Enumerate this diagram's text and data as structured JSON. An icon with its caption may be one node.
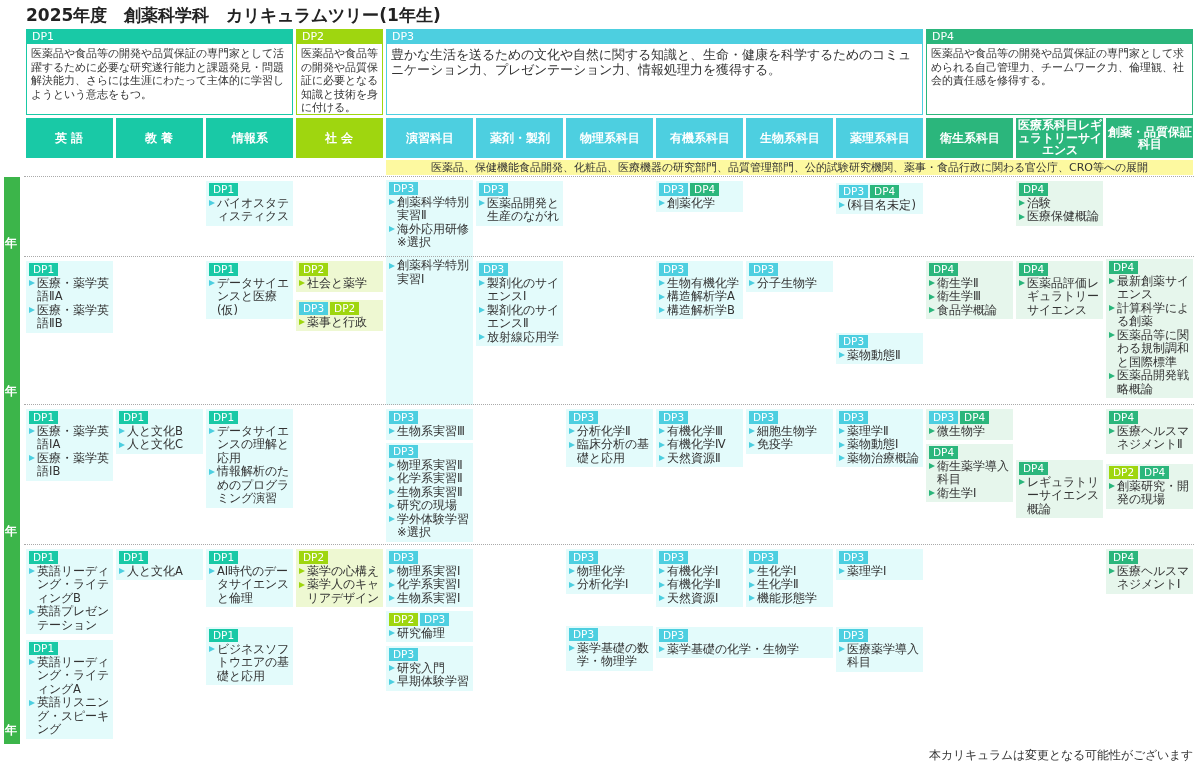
{
  "diagram": {
    "title": "2025年度　創薬科学科　カリキュラムツリー(1年生)",
    "nodes": [
      {
        "text": [
          "DP1",
          "医薬品や食品等の開発や品質保証の専門家として活躍するために必要な研究遂行能力と課題発見・問題解決能力、さらには生涯にわたって主体的に学習しようという意志をもつ。"
        ]
      },
      {
        "text": [
          "DP2",
          "医薬品や食品等の開発や品質保証に必要となる知識と技術を身に付ける。"
        ]
      },
      {
        "text": [
          "DP3",
          "豊かな生活を送るための文化や自然に関する知識と、生命・健康を科学するためのコミュニケーション力、プレゼンテーション力、情報処理力を獲得する。"
        ]
      },
      {
        "text": [
          "DP4",
          "医薬品や食品等の開発や品質保証の専門家として求められる自己管理力、チームワーク力、倫理観、社会的責任感を修得する。"
        ]
      },
      {
        "text": [
          "英 語"
        ]
      },
      {
        "text": [
          "教 養"
        ]
      },
      {
        "text": [
          "情報系"
        ]
      },
      {
        "text": [
          "社 会"
        ]
      },
      {
        "text": [
          "演習科目"
        ]
      },
      {
        "text": [
          "薬剤・製剤"
        ]
      },
      {
        "text": [
          "物理系科目"
        ]
      },
      {
        "text": [
          "有機系科目"
        ]
      },
      {
        "text": [
          "生物系科目"
        ]
      },
      {
        "text": [
          "薬理系科目"
        ]
      },
      {
        "text": [
          "衛生系科目"
        ]
      },
      {
        "text": [
          "医療系科目レギュラトリーサイエンス"
        ]
      },
      {
        "text": [
          "創薬・品質保証科目"
        ]
      },
      {
        "text": [
          "医薬品、保健機能食品開発、化粧品、医療機器の研究部門、品質管理部門、公的試験研究機関、薬事・食品行政に関わる官公庁、CRO等への展開"
        ]
      },
      {
        "text": [
          "DP1",
          "バイオスタティスティクス"
        ]
      },
      {
        "text": [
          "DP3",
          "創薬科学特別実習Ⅱ",
          "海外応用研修※選択"
        ]
      },
      {
        "text": [
          "DP3",
          "医薬品開発と生産のながれ"
        ]
      },
      {
        "text": [
          "DP3",
          "DP4",
          "創薬化学"
        ]
      },
      {
        "text": [
          "DP3",
          "DP4",
          "(科目名未定)"
        ]
      },
      {
        "text": [
          "DP4",
          "治験",
          "医療保健概論"
        ]
      },
      {
        "text": [
          "DP1",
          "医療・薬学英語ⅡA",
          "医療・薬学英語ⅡB"
        ]
      },
      {
        "text": [
          "DP1",
          "データサイエンスと医療(仮)"
        ]
      },
      {
        "text": [
          "DP2",
          "社会と薬学"
        ]
      },
      {
        "text": [
          "創薬科学特別実習Ⅰ"
        ]
      },
      {
        "text": [
          "DP3",
          "製剤化のサイエンスⅠ",
          "製剤化のサイエンスⅡ",
          "放射線応用学"
        ]
      },
      {
        "text": [
          "DP3",
          "生物有機化学",
          "構造解析学A",
          "構造解析学B"
        ]
      },
      {
        "text": [
          "DP3",
          "分子生物学"
        ]
      },
      {
        "text": [
          "DP4",
          "衛生学Ⅱ",
          "衛生学Ⅲ",
          "食品学概論"
        ]
      },
      {
        "text": [
          "DP4",
          "医薬品評価レギュラトリーサイエンス"
        ]
      },
      {
        "text": [
          "DP4",
          "最新創薬サイエンス",
          "計算科学による創薬",
          "医薬品等に関わる規制調和と国際標準",
          "医薬品開発戦略概論"
        ]
      },
      {
        "text": [
          "DP3",
          "DP2",
          "薬事と行政"
        ]
      },
      {
        "text": [
          "DP3",
          "薬物動態Ⅱ"
        ]
      },
      {
        "text": [
          "DP1",
          "医療・薬学英語ⅠA",
          "医療・薬学英語ⅠB"
        ]
      },
      {
        "text": [
          "DP1",
          "人と文化B",
          "人と文化C"
        ]
      },
      {
        "text": [
          "DP1",
          "データサイエンスの理解と応用",
          "情報解析のためのプログラミング演習"
        ]
      },
      {
        "text": [
          "DP3",
          "生物系実習Ⅲ"
        ]
      },
      {
        "text": [
          "DP3",
          "分析化学Ⅱ",
          "臨床分析の基礎と応用"
        ]
      },
      {
        "text": [
          "DP3",
          "有機化学Ⅲ",
          "有機化学Ⅳ",
          "天然資源Ⅱ"
        ]
      },
      {
        "text": [
          "DP3",
          "細胞生物学",
          "免疫学"
        ]
      },
      {
        "text": [
          "DP3",
          "薬理学Ⅱ",
          "薬物動態Ⅰ",
          "薬物治療概論"
        ]
      },
      {
        "text": [
          "DP3",
          "DP4",
          "微生物学"
        ]
      },
      {
        "text": [
          "DP4",
          "医療ヘルスマネジメントⅡ"
        ]
      },
      {
        "text": [
          "DP3",
          "物理系実習Ⅱ",
          "化学系実習Ⅱ",
          "生物系実習Ⅱ",
          "研究の現場",
          "学外体験学習※選択"
        ]
      },
      {
        "text": [
          "DP4",
          "衛生薬学導入科目",
          "衛生学Ⅰ"
        ]
      },
      {
        "text": [
          "DP4",
          "レギュラトリーサイエンス概論"
        ]
      },
      {
        "text": [
          "DP2",
          "DP4",
          "創薬研究・開発の現場"
        ]
      },
      {
        "text": [
          "DP1",
          "英語リーディング・ライティングB",
          "英語プレゼンテーション"
        ]
      },
      {
        "text": [
          "DP1",
          "人と文化A"
        ]
      },
      {
        "text": [
          "DP1",
          "AI時代のデータサイエンスと倫理"
        ]
      },
      {
        "text": [
          "DP2",
          "薬学の心構え",
          "薬学人のキャリアデザイン"
        ]
      },
      {
        "text": [
          "DP3",
          "物理系実習Ⅰ",
          "化学系実習Ⅰ",
          "生物系実習Ⅰ"
        ]
      },
      {
        "text": [
          "DP3",
          "物理化学",
          "分析化学Ⅰ"
        ]
      },
      {
        "text": [
          "DP3",
          "有機化学Ⅰ",
          "有機化学Ⅱ",
          "天然資源Ⅰ"
        ]
      },
      {
        "text": [
          "DP3",
          "生化学Ⅰ",
          "生化学Ⅱ",
          "機能形態学"
        ]
      },
      {
        "text": [
          "DP3",
          "薬理学Ⅰ"
        ]
      },
      {
        "text": [
          "DP4",
          "医療ヘルスマネジメントⅠ"
        ]
      },
      {
        "text": [
          "DP2",
          "DP3",
          "研究倫理"
        ]
      },
      {
        "text": [
          "DP1",
          "英語リーディング・ライティングA",
          "英語リスニング・スピーキング"
        ]
      },
      {
        "text": [
          "DP1",
          "ビジネスソフトウエアの基礎と応用"
        ]
      },
      {
        "text": [
          "DP3",
          "薬学基礎の数学・物理学"
        ]
      },
      {
        "text": [
          "DP3",
          "薬学基礎の化学・生物学"
        ]
      },
      {
        "text": [
          "DP3",
          "医療薬学導入科目"
        ]
      },
      {
        "text": [
          "DP3",
          "研究入門",
          "早期体験学習"
        ]
      }
    ],
    "labels": [
      "年",
      "年",
      "年",
      "年",
      "本カリキュラムは変更となる可能性がございます"
    ]
  }
}
